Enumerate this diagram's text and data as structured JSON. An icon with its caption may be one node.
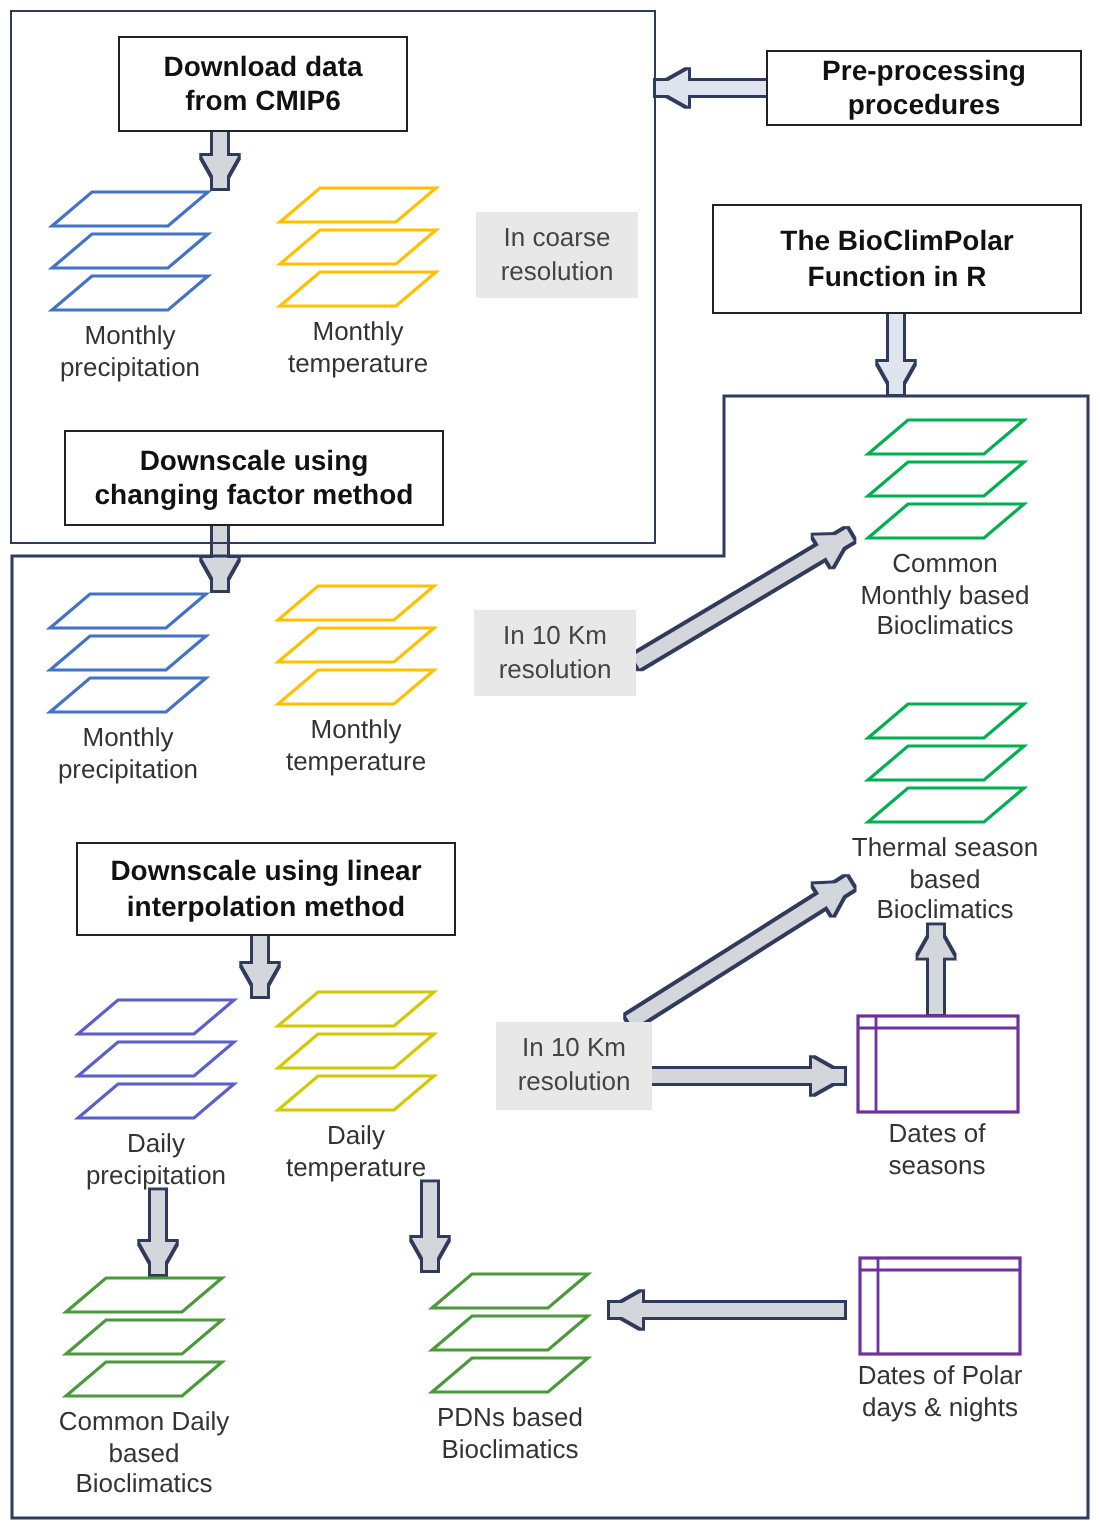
{
  "diagram": {
    "nodes": [
      {
        "text": [],
        "shape": "box"
      },
      {
        "text": [
          "Download data from CMIP6"
        ],
        "in": 0
      },
      {
        "text": [
          "Monthly precipitation"
        ],
        "in": 0
      },
      {
        "text": [
          "Monthly temperature"
        ],
        "in": 0
      },
      {
        "text": [
          "In coarse resolution"
        ],
        "in": 0
      },
      {
        "text": [
          "Downscale using changing factor method"
        ],
        "in": 0
      },
      {
        "text": [
          "Pre-processing procedures"
        ]
      },
      {
        "text": [
          "The BioClimPolar Function in R"
        ]
      },
      {
        "text": [],
        "shape": "box"
      },
      {
        "text": [
          "Monthly precipitation"
        ],
        "in": 8
      },
      {
        "text": [
          "Monthly temperature"
        ],
        "in": 8
      },
      {
        "text": [
          "In 10 Km resolution"
        ],
        "in": 8
      },
      {
        "text": [
          "Common Monthly based Bioclimatics"
        ],
        "in": 8
      },
      {
        "text": [
          "Downscale using linear interpolation method"
        ],
        "in": 8
      },
      {
        "text": [
          "Thermal season based Bioclimatics"
        ],
        "in": 8
      },
      {
        "text": [
          "Daily precipitation"
        ],
        "in": 8
      },
      {
        "text": [
          "Daily temperature"
        ],
        "in": 8
      },
      {
        "text": [
          "In 10 Km resolution"
        ],
        "in": 8
      },
      {
        "text": [
          "Dates of seasons"
        ],
        "in": 8
      },
      {
        "text": [
          "Common Daily based Bioclimatics"
        ],
        "in": 8
      },
      {
        "text": [
          "PDNs based Bioclimatics"
        ],
        "in": 8
      },
      {
        "text": [
          "Dates of Polar days & nights"
        ],
        "in": 8
      }
    ],
    "edges": [
      {
        "from": 6,
        "to": 0,
        "arrow": "to"
      },
      {
        "from": 1,
        "to": 2,
        "arrow": "to"
      },
      {
        "from": 5,
        "to": 9,
        "arrow": "to"
      },
      {
        "from": 7,
        "to": 8,
        "arrow": "to"
      },
      {
        "from": 11,
        "to": 12,
        "arrow": "to"
      },
      {
        "from": 13,
        "to": 15,
        "arrow": "to"
      },
      {
        "from": 17,
        "to": 14,
        "arrow": "to"
      },
      {
        "from": 17,
        "to": 18,
        "arrow": "to"
      },
      {
        "from": 18,
        "to": 14,
        "arrow": "to"
      },
      {
        "from": 15,
        "to": 19,
        "arrow": "to"
      },
      {
        "from": 16,
        "to": 20,
        "arrow": "to"
      },
      {
        "from": 21,
        "to": 20,
        "arrow": "to"
      }
    ]
  }
}
